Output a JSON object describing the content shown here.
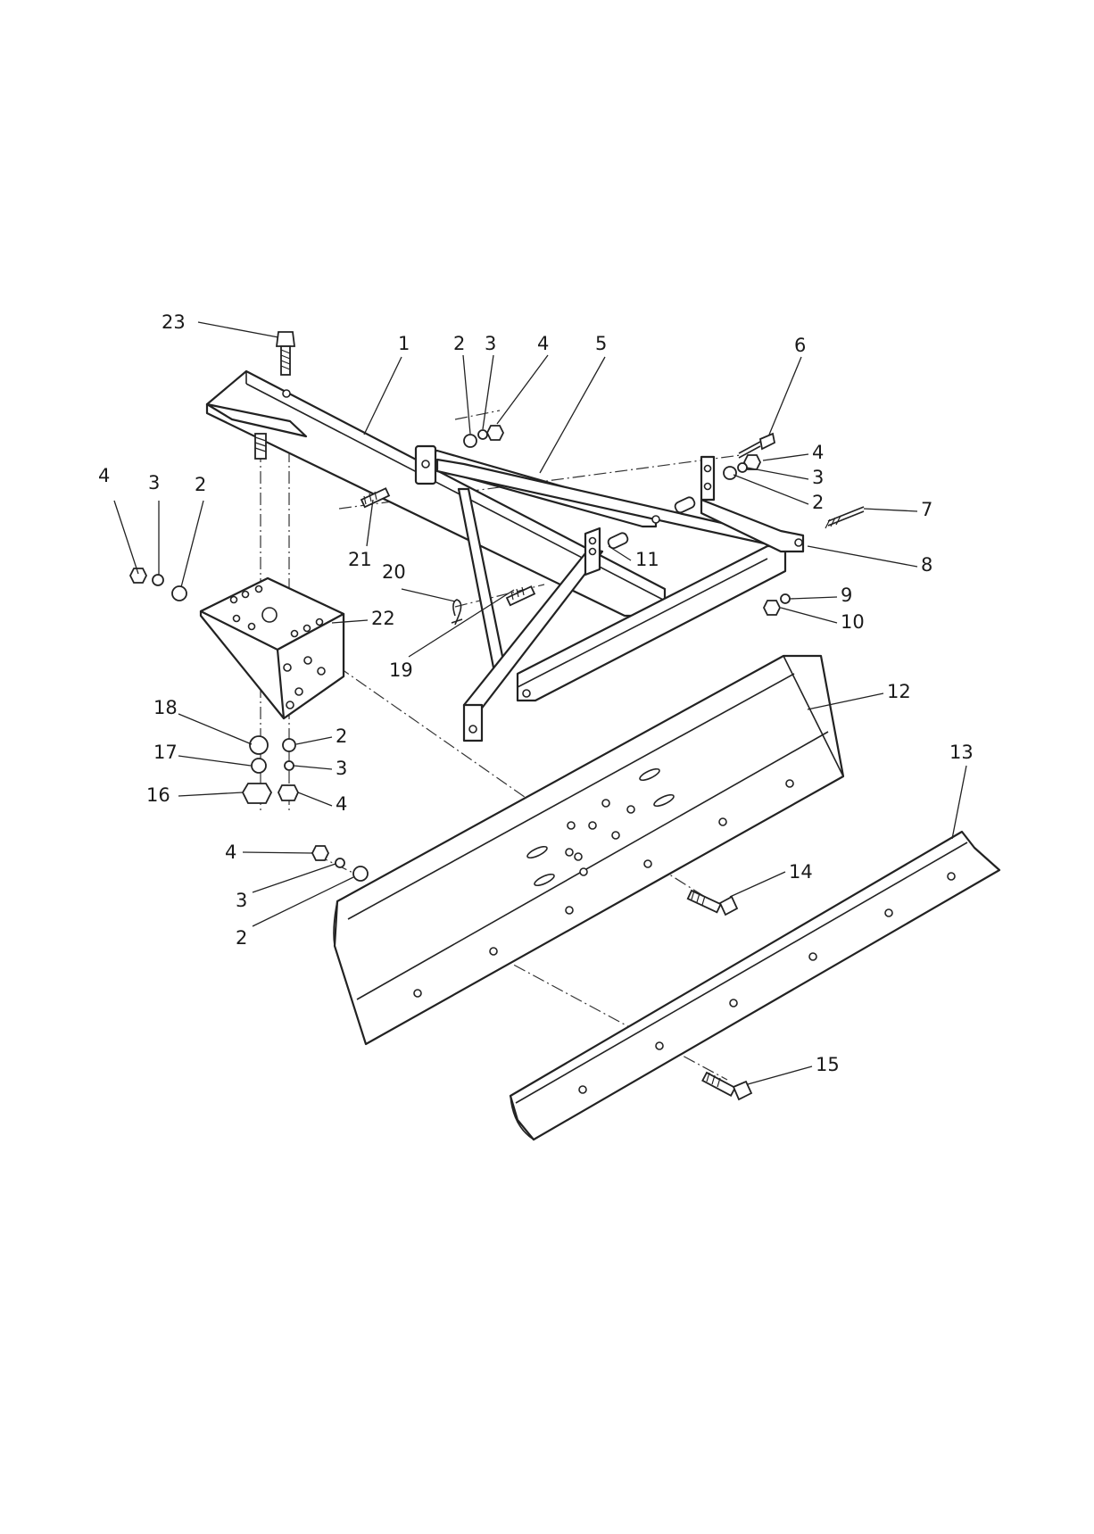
{
  "callouts": [
    "23",
    "1",
    "2",
    "3",
    "4",
    "5",
    "6",
    "4",
    "3",
    "2",
    "7",
    "8",
    "4",
    "3",
    "2",
    "21",
    "11",
    "20",
    "22",
    "9",
    "10",
    "19",
    "12",
    "18",
    "2",
    "17",
    "3",
    "16",
    "4",
    "13",
    "4",
    "3",
    "2",
    "14",
    "15"
  ]
}
